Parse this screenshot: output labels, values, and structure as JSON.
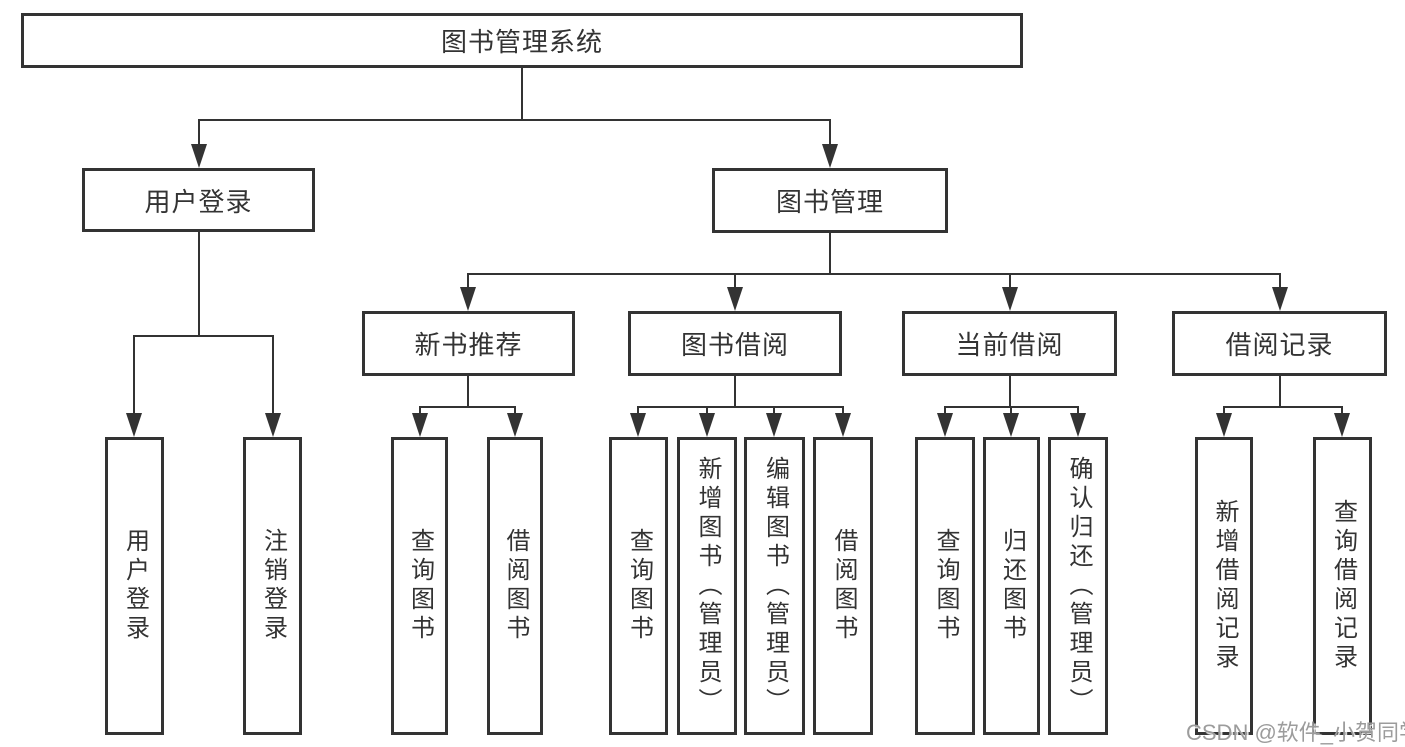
{
  "diagram": {
    "title": "图书管理系统",
    "root": {
      "label": "图书管理系统"
    },
    "level2": {
      "user_login": {
        "label": "用户登录"
      },
      "book_mgmt": {
        "label": "图书管理"
      }
    },
    "level3": {
      "new_books": {
        "label": "新书推荐"
      },
      "book_borrow": {
        "label": "图书借阅"
      },
      "current_borrow": {
        "label": "当前借阅"
      },
      "borrow_records": {
        "label": "借阅记录"
      }
    },
    "leaves": {
      "user_login_leaf": "用户登录",
      "logout_leaf": "注销登录",
      "newbooks_query": "查询图书",
      "newbooks_borrow": "借阅图书",
      "borrow_query": "查询图书",
      "borrow_add": "新增图书（管理员）",
      "borrow_edit": "编辑图书（管理员）",
      "borrow_borrow": "借阅图书",
      "current_query": "查询图书",
      "current_return": "归还图书",
      "current_confirm": "确认归还（管理员）",
      "records_add": "新增借阅记录",
      "records_query": "查询借阅记录"
    },
    "watermark": "CSDN @软件_小贺同学"
  },
  "colors": {
    "line": "#333333",
    "text": "#333333",
    "background": "#ffffff",
    "watermark": "#9c9c9c"
  }
}
